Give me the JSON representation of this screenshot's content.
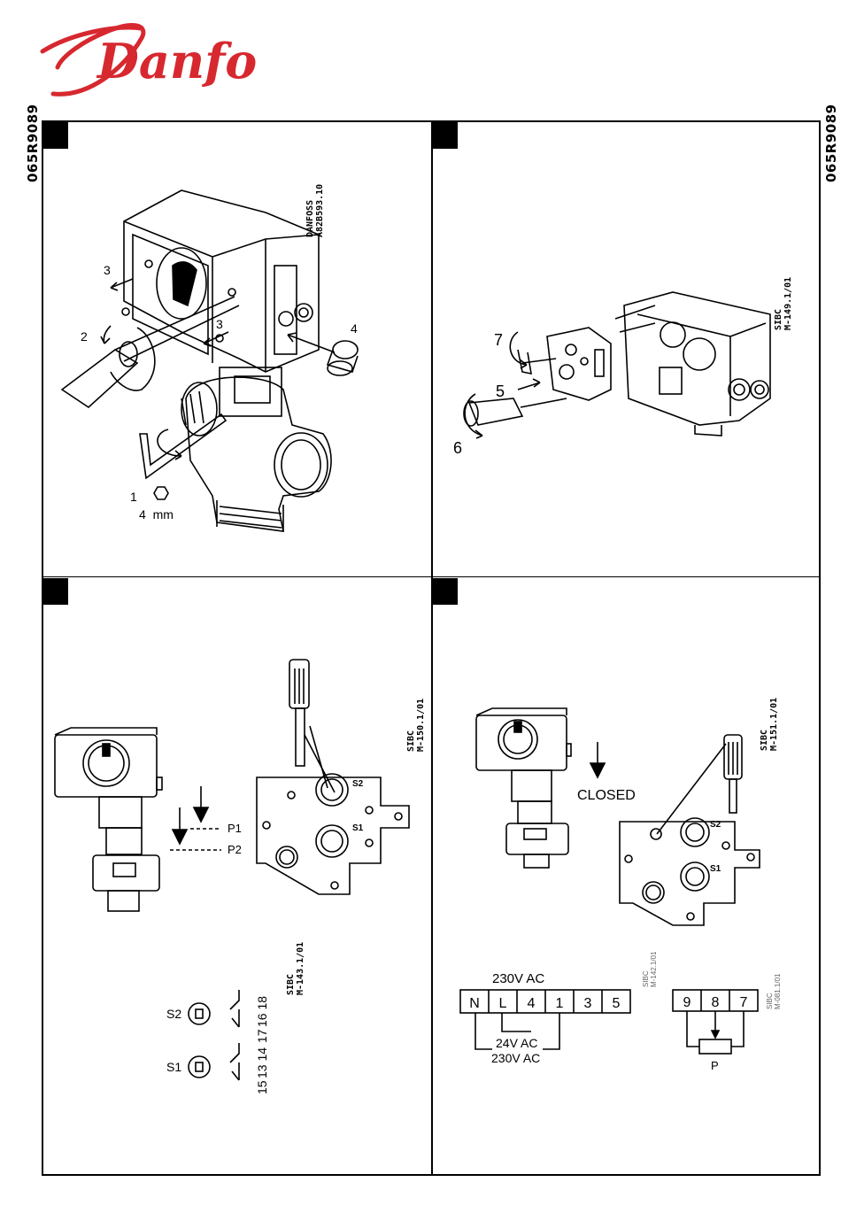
{
  "brand": {
    "logo_text": "Danfoss",
    "color": "#d7282f"
  },
  "doc_number": "065R9089",
  "panels": {
    "p1": {
      "ref_line1": "DANFOSS",
      "ref_line2": "A82B593.10",
      "step_1": "1",
      "step_2": "2",
      "step_3a": "3",
      "step_3b": "3",
      "step_4": "4",
      "tool_size": "4  mm"
    },
    "p2": {
      "ref_line1": "SIBC",
      "ref_line2": "M-149.1/01",
      "step_5": "5",
      "step_6": "6",
      "step_7": "7"
    },
    "p3": {
      "ref_line1": "SIBC",
      "ref_line2": "M-150.1/01",
      "p1_label": "P1",
      "p2_label": "P2",
      "s2_label": "S2",
      "s1_label": "S1",
      "ref2_line1": "SIBC",
      "ref2_line2": "M-143.1/01",
      "s2_switch": "S2",
      "s1_switch": "S1",
      "s2_terminals": "16 18",
      "s2_terminals_17": "17",
      "s1_terminals": "13 14",
      "s1_terminals_15": "15"
    },
    "p4": {
      "ref_line1": "SIBC",
      "ref_line2": "M-151.1/01",
      "closed_label": "CLOSED",
      "s2_label": "S2",
      "s1_label": "S1",
      "supply_top": "230V AC",
      "terminals": [
        "N",
        "L",
        "4",
        "1",
        "3",
        "5"
      ],
      "supply_low1": "24V AC",
      "supply_low2": "230V AC",
      "ref_small1": "SIBC\nM-142.1/01",
      "pot_terminals": [
        "9",
        "8",
        "7"
      ],
      "pot_label": "P",
      "ref_small2": "SIBC\nM-081.1/01"
    }
  }
}
